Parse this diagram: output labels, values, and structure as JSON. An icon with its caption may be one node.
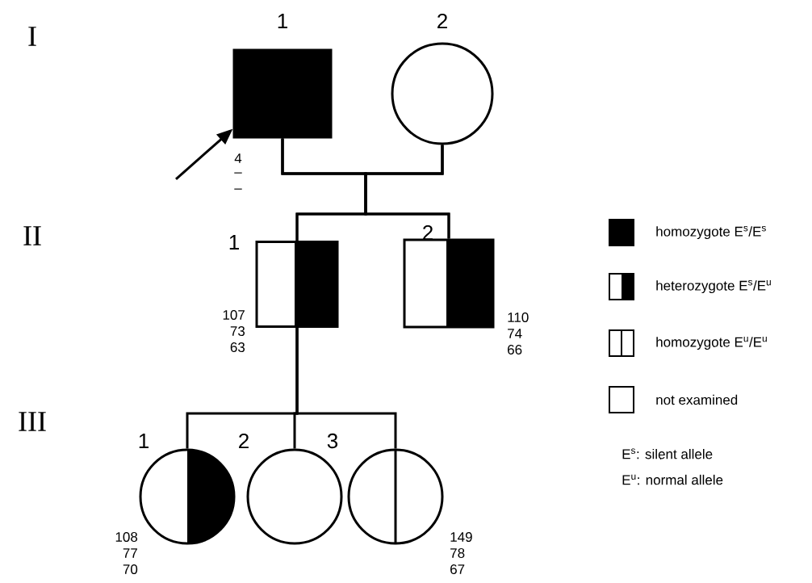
{
  "diagram": {
    "nodes": [
      {
        "text": [
          "1"
        ],
        "beside": [
          "4",
          "–",
          "–"
        ]
      },
      {
        "text": [
          "2"
        ]
      },
      {
        "text": [
          "1"
        ],
        "beside": [
          "107",
          "73",
          "63"
        ]
      },
      {
        "text": [
          "2"
        ],
        "beside": [
          "110",
          "74",
          "66"
        ]
      },
      {
        "text": [
          "1"
        ],
        "beside": [
          "108",
          "77",
          "70"
        ]
      },
      {
        "text": [
          "2"
        ]
      },
      {
        "text": [
          "3"
        ],
        "beside": [
          "149",
          "78",
          "67"
        ]
      }
    ],
    "edges": [
      {
        "from": 0,
        "to": 1,
        "arrow": "none"
      },
      {
        "from": 0,
        "to": 2,
        "arrow": "none"
      },
      {
        "from": 0,
        "to": 3,
        "arrow": "none"
      },
      {
        "from": 1,
        "to": 2,
        "arrow": "none"
      },
      {
        "from": 1,
        "to": 3,
        "arrow": "none"
      },
      {
        "from": 2,
        "to": 4,
        "arrow": "none"
      },
      {
        "from": 2,
        "to": 5,
        "arrow": "none"
      },
      {
        "from": 2,
        "to": 6,
        "arrow": "none"
      },
      {
        "from": null,
        "to": 0,
        "arrow": "to"
      }
    ],
    "labels": [
      "I",
      "II",
      "III",
      "E$^{s}$: silent allele",
      "E$^{u}$: normal allele"
    ],
    "legend": [
      {
        "text": "homozygote E$^{s}$/E$^{s}$"
      },
      {
        "text": "heterozygote E$^{s}$/E$^{u}$"
      },
      {
        "text": "homozygote E$^{u}$/E$^{u}$"
      },
      {
        "text": "not examined"
      }
    ]
  }
}
